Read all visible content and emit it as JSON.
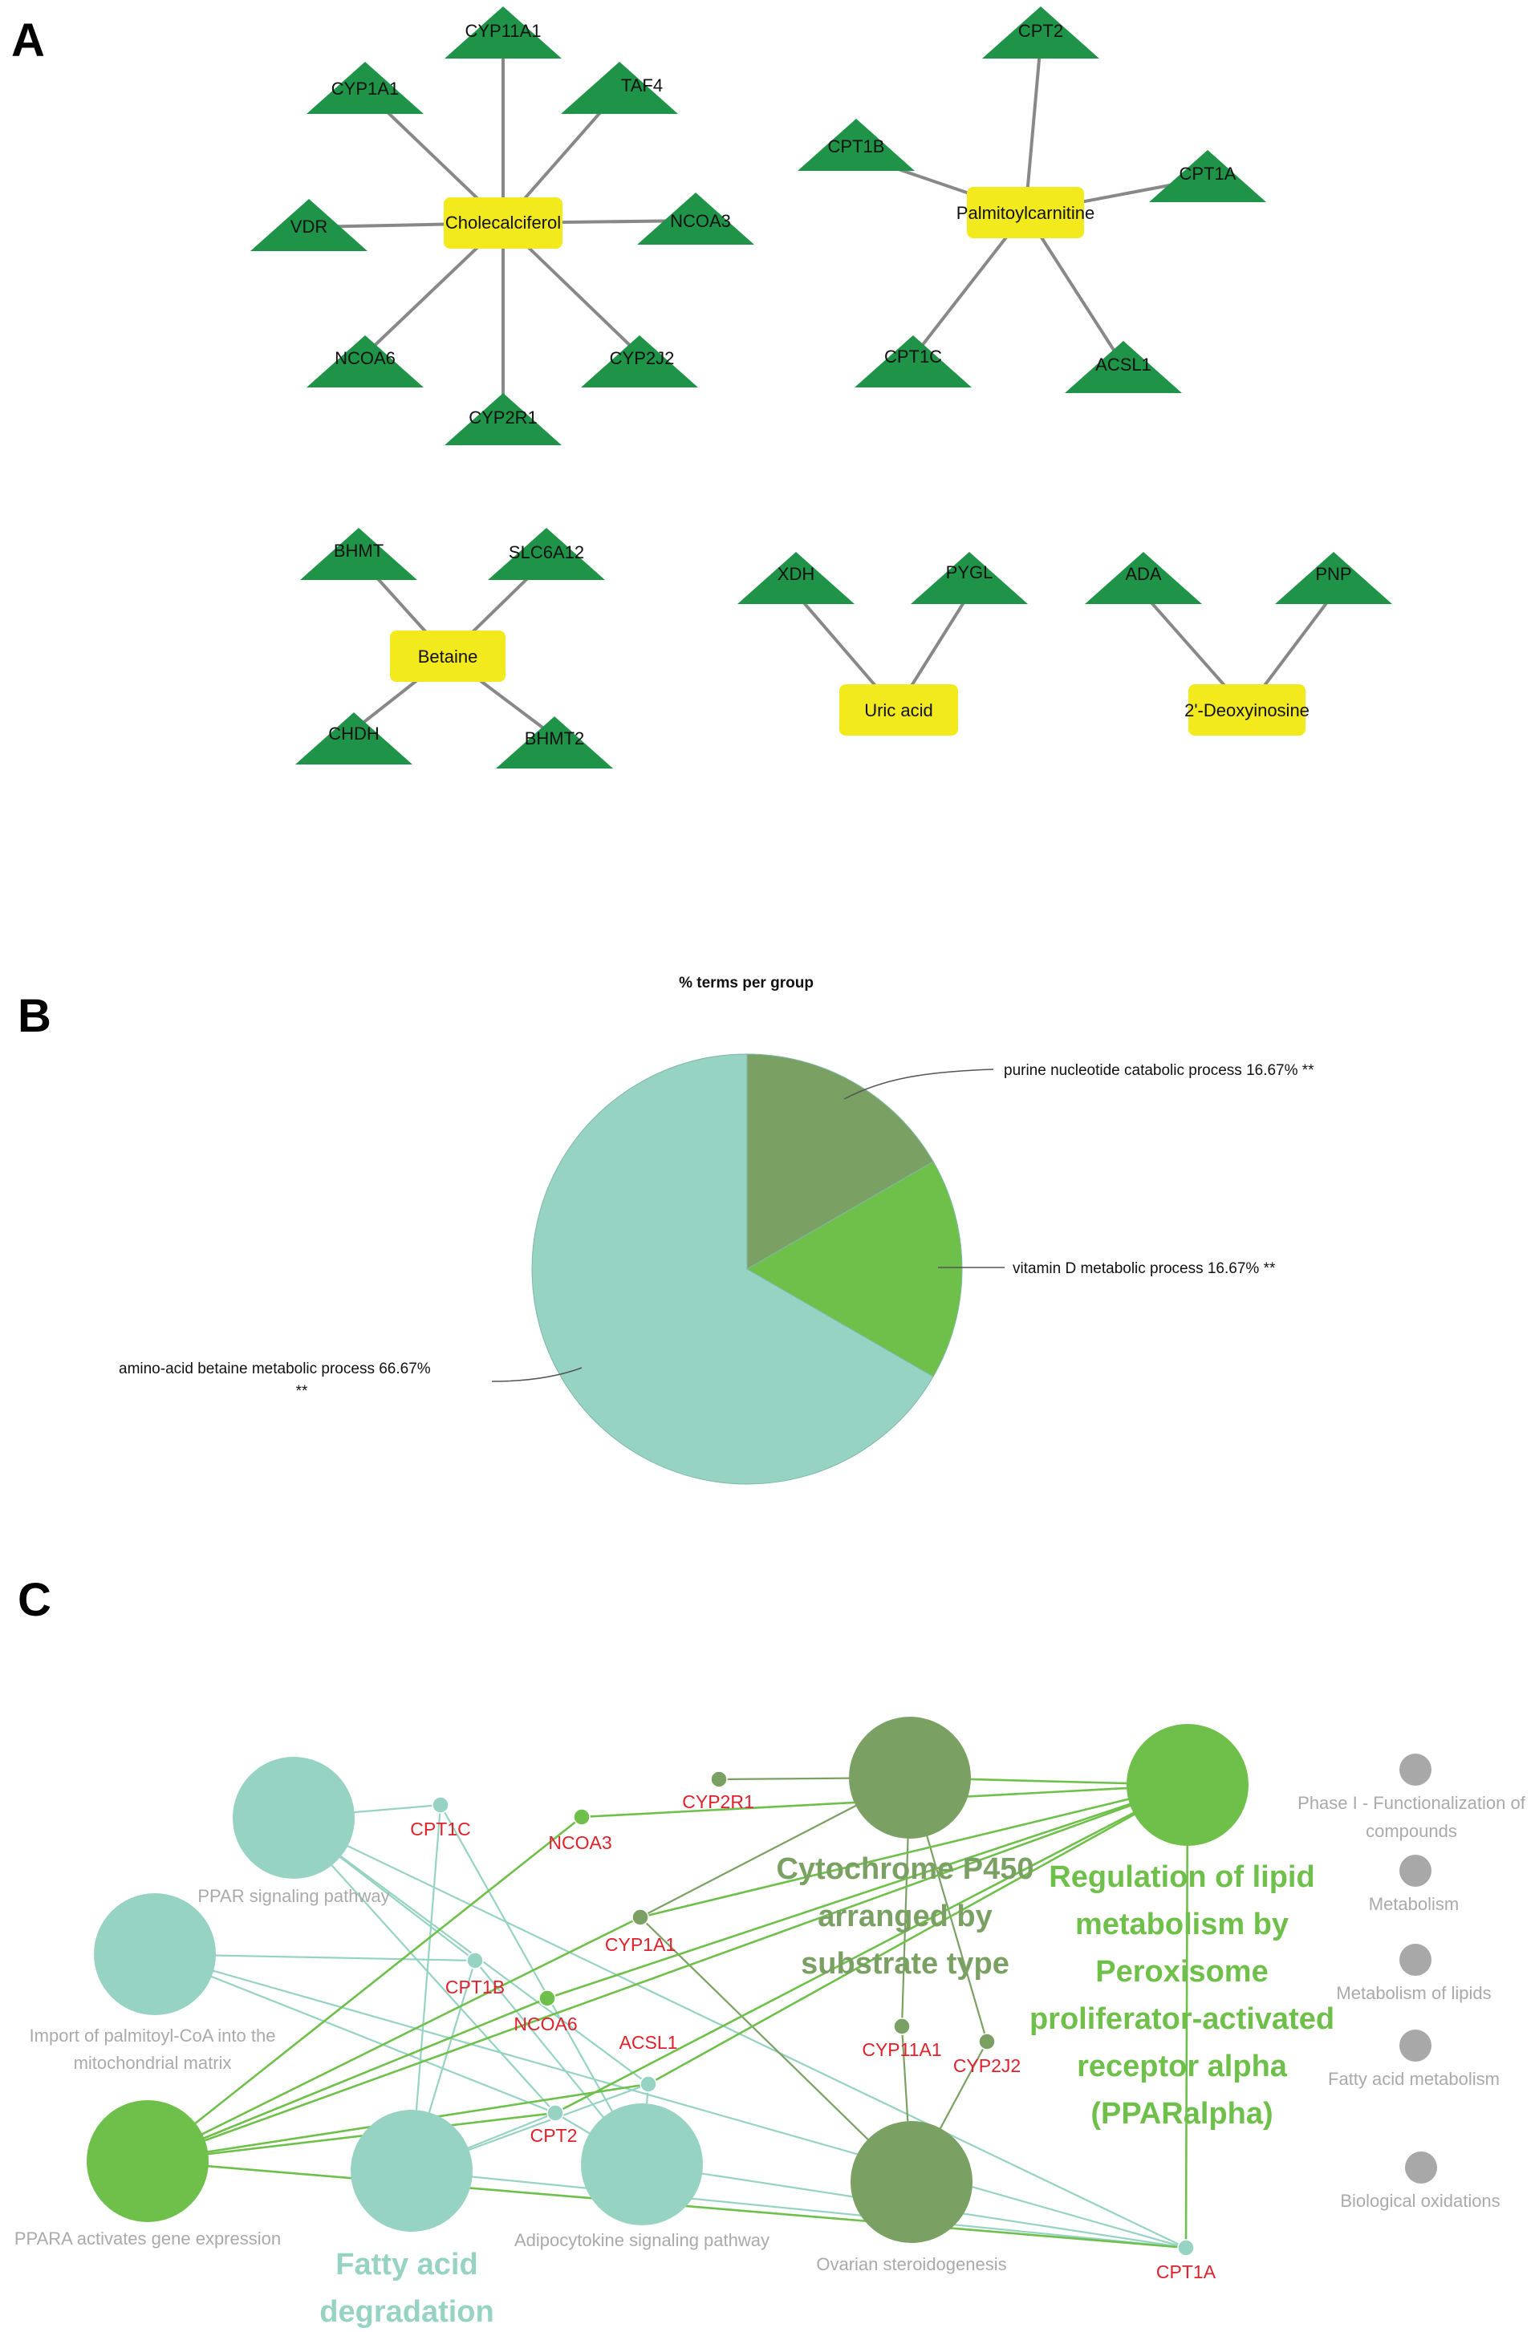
{
  "panels": {
    "a": "A",
    "b": "B",
    "c": "C"
  },
  "colors": {
    "triangle": "#1f9348",
    "box": "#f2ea1c",
    "edge_a": "#888888",
    "teal": "#96d3c2",
    "olive": "#7aa163",
    "green": "#6fc04a",
    "grey": "#a8a8a8",
    "gene": "#e0212b"
  },
  "network_a": {
    "groups": [
      {
        "hub": "Cholecalciferol",
        "targets": [
          "CYP11A1",
          "CYP1A1",
          "TAF4",
          "VDR",
          "NCOA3",
          "NCOA6",
          "CYP2J2",
          "CYP2R1"
        ]
      },
      {
        "hub": "Palmitoylcarnitine",
        "targets": [
          "CPT2",
          "CPT1B",
          "CPT1A",
          "CPT1C",
          "ACSL1"
        ]
      },
      {
        "hub": "Betaine",
        "targets": [
          "BHMT",
          "SLC6A12",
          "CHDH",
          "BHMT2"
        ]
      },
      {
        "hub": "Uric acid",
        "targets": [
          "XDH",
          "PYGL"
        ]
      },
      {
        "hub": "2'-Deoxyinosine",
        "targets": [
          "ADA",
          "PNP"
        ]
      }
    ]
  },
  "chart_data": {
    "type": "pie",
    "title": "% terms per group",
    "slices": [
      {
        "label": "purine nucleotide catabolic process 16.67% **",
        "value": 16.67,
        "color": "#7aa163"
      },
      {
        "label": "vitamin D metabolic process 16.67% **",
        "value": 16.67,
        "color": "#6fc04a"
      },
      {
        "label": "amino-acid betaine metabolic process 66.67%",
        "label_line2": "**",
        "value": 66.67,
        "color": "#96d3c2"
      }
    ]
  },
  "network_c": {
    "terms": {
      "ppar_signaling": "PPAR signaling pathway",
      "import_palmitoyl_1": "Import of palmitoyl-CoA into the",
      "import_palmitoyl_2": "mitochondrial matrix",
      "ppara_activates": "PPARA activates gene expression",
      "fatty_acid_degradation_1": "Fatty acid",
      "fatty_acid_degradation_2": "degradation",
      "adipocytokine": "Adipocytokine signaling pathway",
      "cyp450_1": "Cytochrome P450",
      "cyp450_2": "arranged by",
      "cyp450_3": "substrate type",
      "ovarian": "Ovarian steroidogenesis",
      "regulation_1": "Regulation of lipid",
      "regulation_2": "metabolism by",
      "regulation_3": "Peroxisome",
      "regulation_4": "proliferator-activated",
      "regulation_5": "receptor alpha",
      "regulation_6": "(PPARalpha)",
      "phase1_1": "Phase I - Functionalization of",
      "phase1_2": "compounds",
      "metabolism": "Metabolism",
      "metabolism_lipids": "Metabolism of lipids",
      "fatty_acid_metabolism": "Fatty acid metabolism",
      "biological_oxidations": "Biological oxidations"
    },
    "genes": {
      "cpt1c": "CPT1C",
      "ncoa3": "NCOA3",
      "cyp2r1": "CYP2R1",
      "cyp1a1": "CYP1A1",
      "cpt1b": "CPT1B",
      "ncoa6": "NCOA6",
      "acsl1": "ACSL1",
      "cpt2": "CPT2",
      "cyp11a1": "CYP11A1",
      "cyp2j2": "CYP2J2",
      "cpt1a": "CPT1A"
    }
  }
}
